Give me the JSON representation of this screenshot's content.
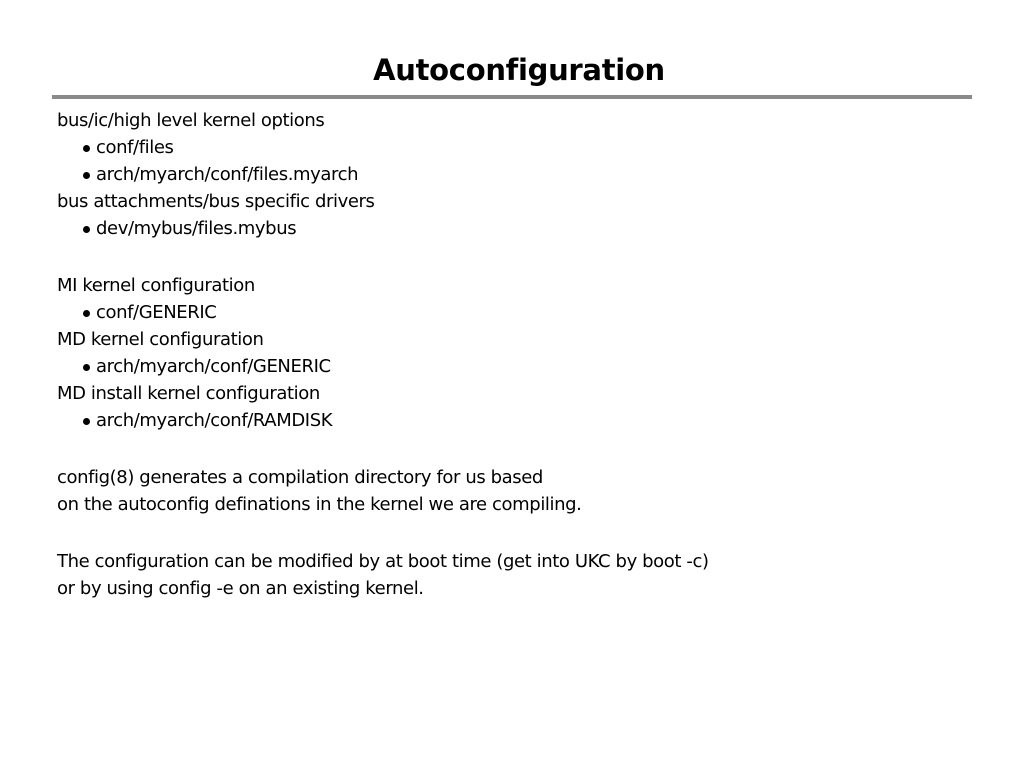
{
  "slide": {
    "title": "Autoconfiguration",
    "sections": [
      {
        "heading": "bus/ic/high level kernel options",
        "bullets": [
          "conf/files",
          "arch/myarch/conf/files.myarch"
        ]
      },
      {
        "heading": "bus attachments/bus specific drivers",
        "bullets": [
          "dev/mybus/files.mybus"
        ]
      },
      {
        "heading": "MI kernel configuration",
        "bullets": [
          "conf/GENERIC"
        ]
      },
      {
        "heading": "MD kernel configuration",
        "bullets": [
          "arch/myarch/conf/GENERIC"
        ]
      },
      {
        "heading": "MD install kernel configuration",
        "bullets": [
          "arch/myarch/conf/RAMDISK"
        ]
      }
    ],
    "paragraphs": [
      {
        "lines": [
          "config(8) generates a compilation directory for us based",
          "on the autoconfig definations in the kernel we are compiling."
        ]
      },
      {
        "lines": [
          "The configuration can be modified by at boot time (get into UKC by boot -c)",
          "or by using config -e on an existing kernel."
        ]
      }
    ]
  }
}
